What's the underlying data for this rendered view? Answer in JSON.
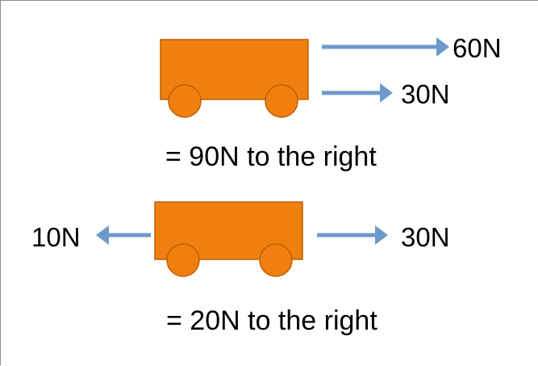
{
  "colors": {
    "cart": "#ef8010",
    "cart_stroke": "#c05f00",
    "arrow": "#6d9acb",
    "text": "#000000"
  },
  "scene1": {
    "force_top": "60N",
    "force_bottom": "30N",
    "result": "= 90N to the right"
  },
  "scene2": {
    "force_left": "10N",
    "force_right": "30N",
    "result": "= 20N to the right"
  }
}
